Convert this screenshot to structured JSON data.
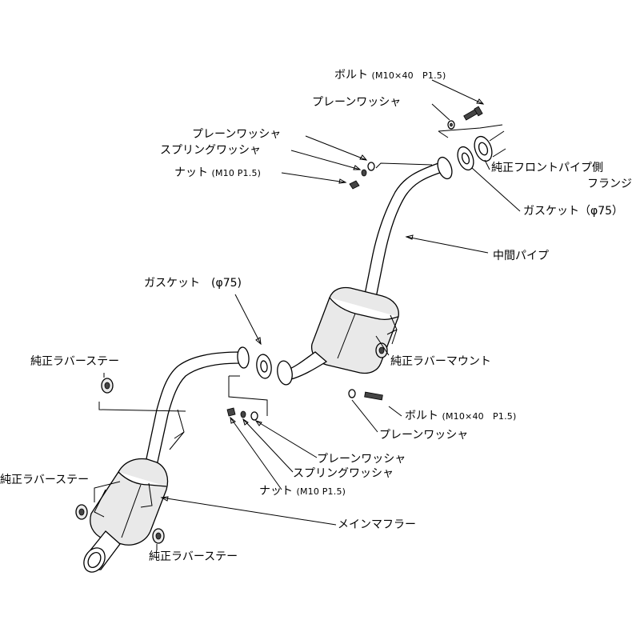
{
  "labels": {
    "bolt_top": "ボルト",
    "bolt_top_spec": "(M10×40　P1.5)",
    "washer_top": "プレーンワッシャ",
    "washer_upper_left": "プレーンワッシャ",
    "spring_washer_upper_left": "スプリングワッシャ",
    "nut_upper_left": "ナット",
    "nut_upper_left_spec": "(M10 P1.5)",
    "front_pipe_flange_1": "純正フロントパイプ側",
    "front_pipe_flange_2": "フランジ",
    "gasket_right": "ガスケット（φ75）",
    "middle_pipe": "中間パイプ",
    "gasket_center": "ガスケット　(φ75)",
    "rubber_mount": "純正ラバーマウント",
    "rubber_stay_top": "純正ラバーステー",
    "bolt_lower": "ボルト",
    "bolt_lower_spec": "(M10×40　P1.5)",
    "washer_lower_right": "プレーンワッシャ",
    "washer_lower": "プレーンワッシャ",
    "spring_washer_lower": "スプリングワッシャ",
    "nut_lower": "ナット",
    "nut_lower_spec": "(M10 P1.5)",
    "rubber_stay_left": "純正ラバーステー",
    "main_muffler": "メインマフラー",
    "rubber_stay_bottom": "純正ラバーステー"
  }
}
